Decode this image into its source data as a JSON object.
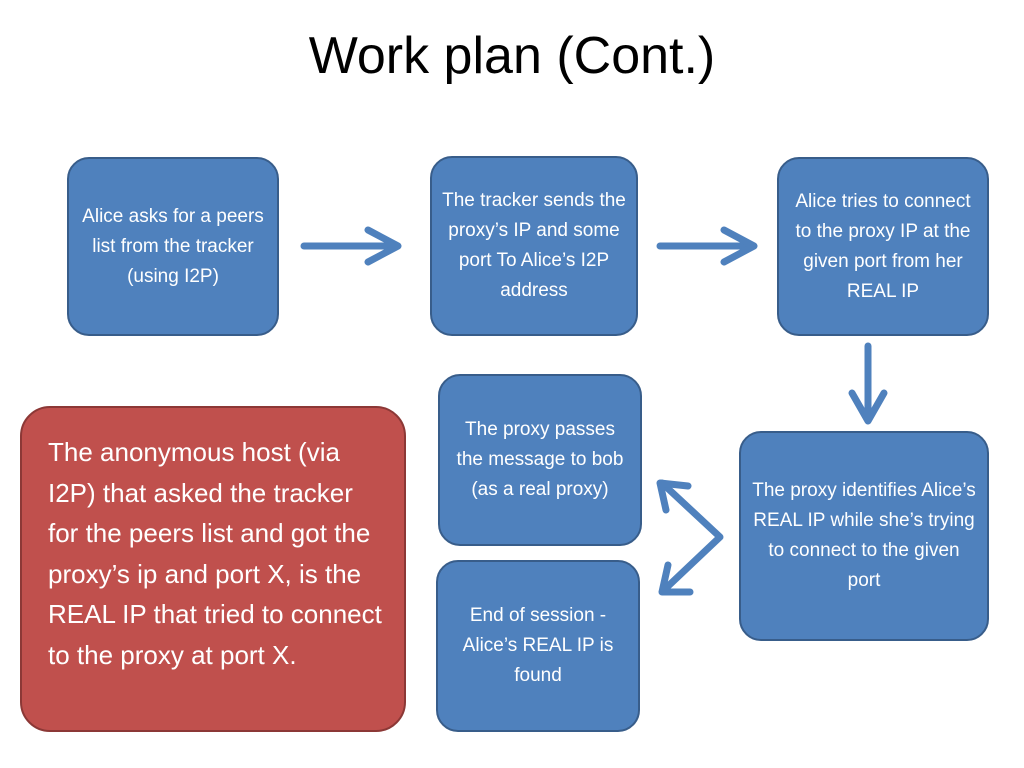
{
  "slide": {
    "title": "Work plan (Cont.)"
  },
  "steps": {
    "step1": "Alice asks for a peers list from the tracker (using I2P)",
    "step2": "The tracker sends the proxy’s IP and some port To Alice’s I2P address",
    "step3": "Alice tries to connect to the proxy IP at the given port from her REAL IP",
    "step4": "The proxy identifies Alice’s REAL IP while she’s trying to connect to the given port",
    "step5": "The proxy passes the message to bob (as a real proxy)",
    "step6": "End of session - Alice’s REAL IP is found"
  },
  "note": {
    "text": "The anonymous host (via I2P) that asked the tracker for the peers list and got the proxy’s ip and port X, is the REAL IP that tried to connect to the proxy at port X."
  },
  "colors": {
    "box_fill": "#4f81bd",
    "box_border": "#385d8a",
    "note_fill": "#c0504d",
    "arrow": "#4f81bd"
  }
}
